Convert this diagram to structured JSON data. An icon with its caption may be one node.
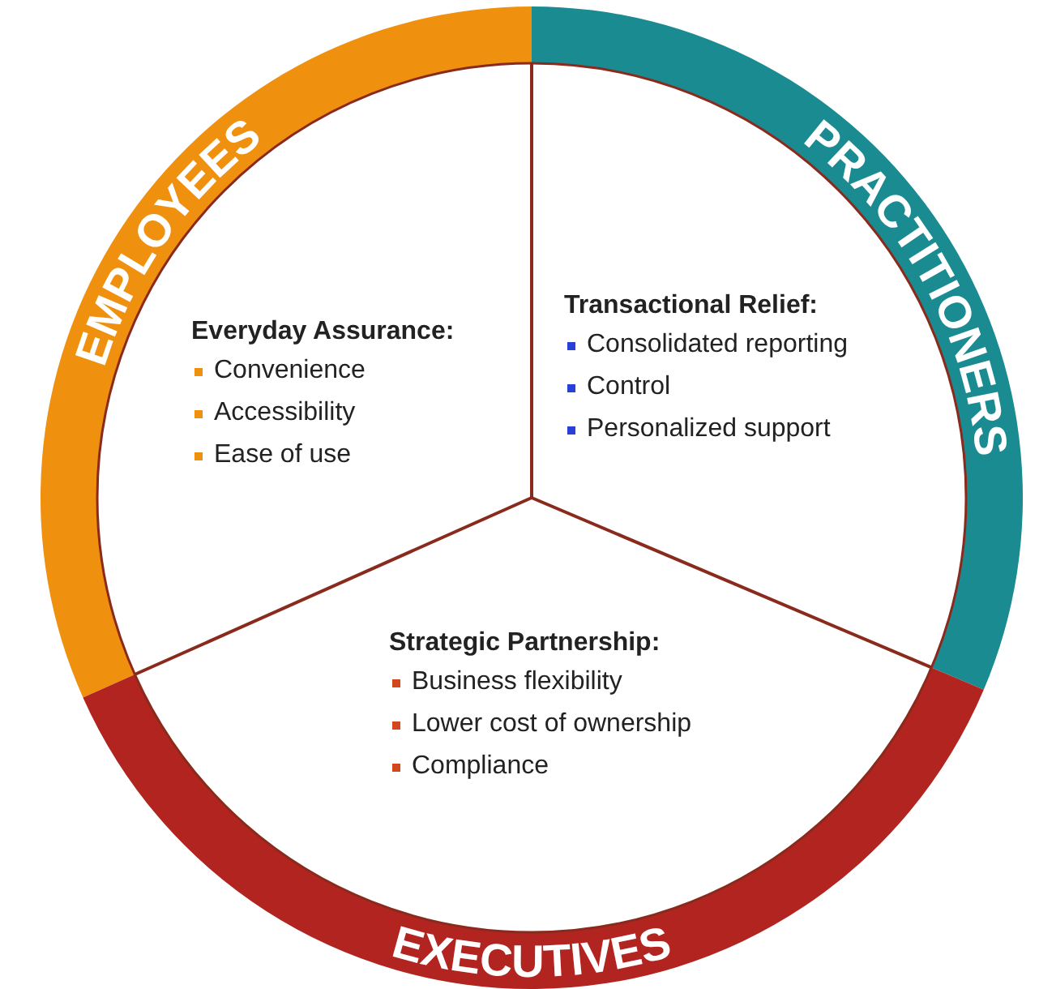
{
  "diagram": {
    "nodes": [
      {
        "text": [
          "PRACTITIONERS"
        ]
      },
      {
        "text": [
          "EMPLOYEES"
        ]
      },
      {
        "text": [
          "Transactional Relief:",
          "Consolidated reporting",
          "Control",
          "Personalized support"
        ]
      },
      {
        "text": [
          "Everyday Assurance:",
          "Convenience",
          "Accessibility",
          "Ease of use"
        ]
      },
      {
        "text": [
          "Strategic Partnership:",
          "Business flexibility",
          "Lower cost of ownership",
          "Compliance"
        ]
      },
      {
        "text": [
          "EXECUTIVES"
        ]
      }
    ]
  }
}
